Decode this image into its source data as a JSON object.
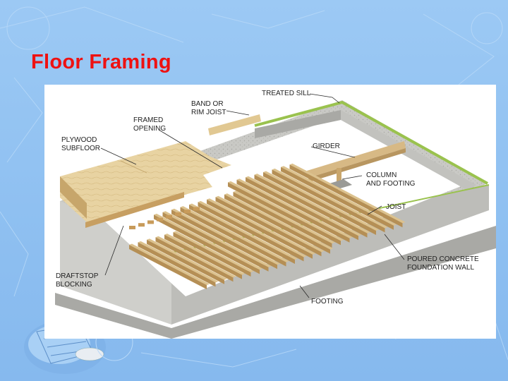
{
  "slide": {
    "title": "Floor Framing",
    "colors": {
      "title": "#ee1111",
      "background": "#96c4f2",
      "sill": "#9ac24e",
      "wood": "#dcc28e"
    }
  },
  "diagram": {
    "labels": {
      "treated_sill": "TREATED SILL",
      "band_line1": "BAND OR",
      "band_line2": "RIM JOIST",
      "framed_line1": "FRAMED",
      "framed_line2": "OPENING",
      "plywood_line1": "PLYWOOD",
      "plywood_line2": "SUBFLOOR",
      "girder": "GIRDER",
      "column_line1": "COLUMN",
      "column_line2": "AND FOOTING",
      "joist": "JOIST",
      "poured_line1": "POURED CONCRETE",
      "poured_line2": "FOUNDATION WALL",
      "draftstop_line1": "DRAFTSTOP",
      "draftstop_line2": "BLOCKING",
      "footing": "FOOTING"
    }
  }
}
